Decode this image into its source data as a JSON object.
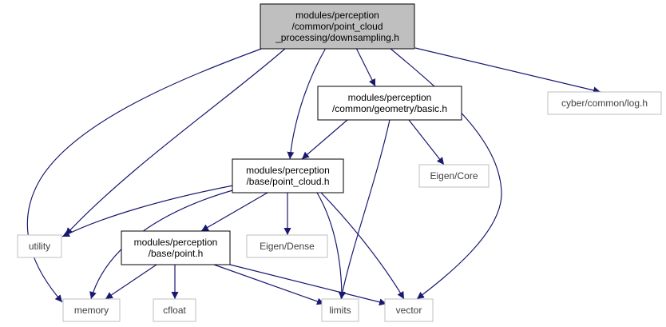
{
  "diagram": {
    "colors": {
      "edge": "#191970",
      "root_fill": "#bfbfbf",
      "node_border": "#000000",
      "external_border": "#bfbfbf",
      "external_text": "#404040",
      "text": "#000000"
    },
    "nodes": [
      {
        "id": "root",
        "kind": "root",
        "lines": [
          "modules/perception",
          "/common/point_cloud",
          "_processing/downsampling.h"
        ]
      },
      {
        "id": "geometry_basic",
        "kind": "internal",
        "lines": [
          "modules/perception",
          "/common/geometry/basic.h"
        ]
      },
      {
        "id": "cyber_log",
        "kind": "external",
        "lines": [
          "cyber/common/log.h"
        ]
      },
      {
        "id": "point_cloud",
        "kind": "internal",
        "lines": [
          "modules/perception",
          "/base/point_cloud.h"
        ]
      },
      {
        "id": "eigen_core",
        "kind": "external",
        "lines": [
          "Eigen/Core"
        ]
      },
      {
        "id": "utility",
        "kind": "external",
        "lines": [
          "utility"
        ]
      },
      {
        "id": "point",
        "kind": "internal",
        "lines": [
          "modules/perception",
          "/base/point.h"
        ]
      },
      {
        "id": "eigen_dense",
        "kind": "external",
        "lines": [
          "Eigen/Dense"
        ]
      },
      {
        "id": "memory",
        "kind": "external",
        "lines": [
          "memory"
        ]
      },
      {
        "id": "cfloat",
        "kind": "external",
        "lines": [
          "cfloat"
        ]
      },
      {
        "id": "limits",
        "kind": "external",
        "lines": [
          "limits"
        ]
      },
      {
        "id": "vector",
        "kind": "external",
        "lines": [
          "vector"
        ]
      }
    ],
    "edges": [
      {
        "from": "root",
        "to": "memory"
      },
      {
        "from": "root",
        "to": "utility"
      },
      {
        "from": "root",
        "to": "point_cloud"
      },
      {
        "from": "root",
        "to": "geometry_basic"
      },
      {
        "from": "root",
        "to": "vector"
      },
      {
        "from": "root",
        "to": "cyber_log"
      },
      {
        "from": "geometry_basic",
        "to": "point_cloud"
      },
      {
        "from": "geometry_basic",
        "to": "limits"
      },
      {
        "from": "geometry_basic",
        "to": "eigen_core"
      },
      {
        "from": "point_cloud",
        "to": "utility"
      },
      {
        "from": "point_cloud",
        "to": "memory"
      },
      {
        "from": "point_cloud",
        "to": "point"
      },
      {
        "from": "point_cloud",
        "to": "eigen_dense"
      },
      {
        "from": "point_cloud",
        "to": "limits"
      },
      {
        "from": "point_cloud",
        "to": "vector"
      },
      {
        "from": "point",
        "to": "memory"
      },
      {
        "from": "point",
        "to": "cfloat"
      },
      {
        "from": "point",
        "to": "limits"
      },
      {
        "from": "point",
        "to": "vector"
      }
    ]
  }
}
